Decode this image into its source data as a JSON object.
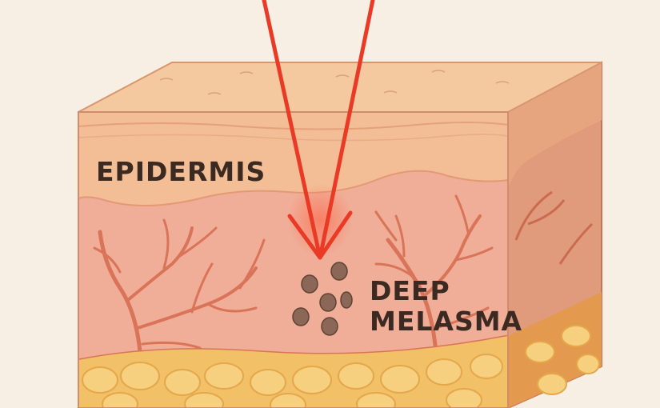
{
  "labels": {
    "epidermis": "EPIDERMIS",
    "deep_line1": "DEEP",
    "deep_line2": "MELASMA"
  },
  "colors": {
    "background": "#f7efe4",
    "epidermis_top": "#f3c79e",
    "epidermis_front": "#f1b892",
    "dermis": "#f0ad97",
    "side_face": "#de8a6c",
    "vessels": "#d97459",
    "fat": "#f2c067",
    "fat_cells": "#f6cf7f",
    "pigment": "#8a6756",
    "laser": "#ea3a26"
  },
  "icons": [
    "laser-beam-icon",
    "pigment-cluster-icon",
    "blood-vessel-icon",
    "fat-cells-icon"
  ]
}
